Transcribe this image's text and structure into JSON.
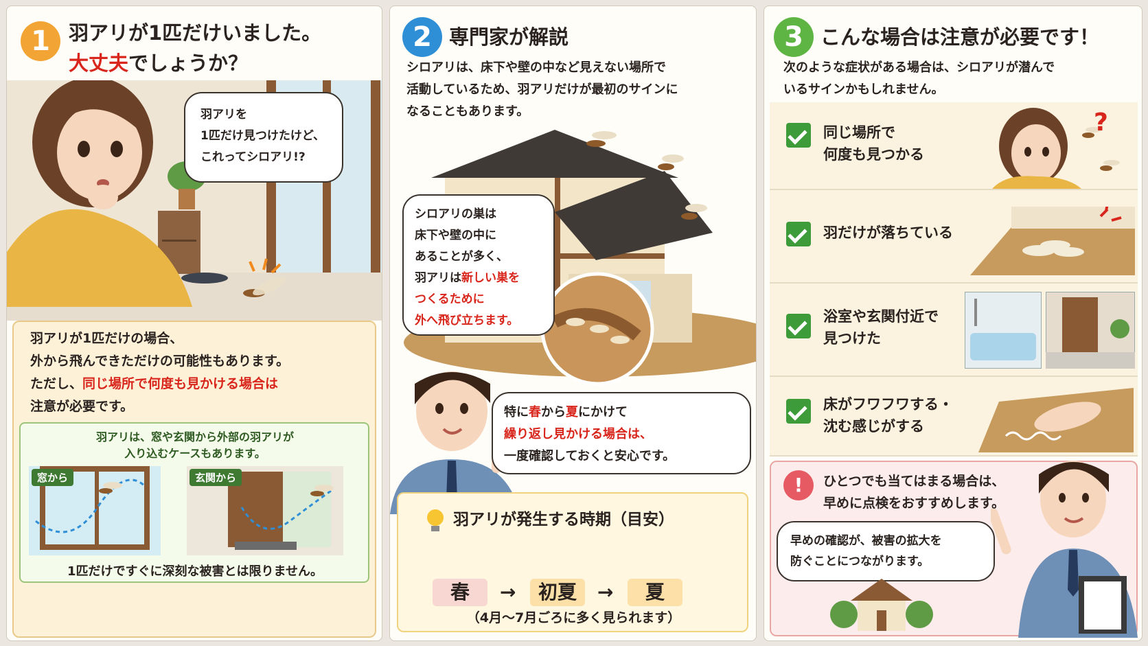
{
  "panel1": {
    "number": "1",
    "title_line1": "羽アリが1匹だけいました。",
    "title_line2_red": "大丈夫",
    "title_line2_rest": "でしょうか？",
    "bubble_lines": [
      "羽アリを",
      "1匹だけ見つけたけど、",
      "これってシロアリ!?"
    ],
    "note_line1": "羽アリが1匹だけの場合、",
    "note_line2": "外から飛んできただけの可能性もあります。",
    "note_line3_prefix": "ただし、",
    "note_line3_red": "同じ場所で何度も見かける場合は",
    "note_line4_red": "注意が必要です。",
    "green_line1": "羽アリは、窓や玄関から外部の羽アリが",
    "green_line2": "入り込むケースもあります。",
    "tag_window": "窓から",
    "tag_entrance": "玄関から",
    "bottom_text": "1匹だけですぐに深刻な被害とは限りません。"
  },
  "panel2": {
    "number": "2",
    "title": "専門家が解説",
    "intro_lines": [
      "シロアリは、床下や壁の中など見えない場所で",
      "活動しているため、羽アリだけが最初のサインに",
      "なることもあります。"
    ],
    "nest_lines": [
      "シロアリの巣は",
      "床下や壁の中に",
      "あることが多く、"
    ],
    "nest_line4_prefix": "羽アリは",
    "nest_line4_red": "新しい巣を",
    "nest_line5_red": "つくるために",
    "nest_line6_red": "外へ飛び立ちます。",
    "expert_line1_prefix": "特に",
    "expert_line1_red1": "春",
    "expert_line1_mid": "から",
    "expert_line1_red2": "夏",
    "expert_line1_suffix": "にかけて",
    "expert_line2_red": "繰り返し見かける場合は、",
    "expert_line3": "一度確認しておくと安心です。",
    "season_title": "羽アリが発生する時期（目安）",
    "seasons": [
      "春",
      "初夏",
      "夏"
    ],
    "arrow": "→",
    "season_note": "（4月〜7月ごろに多く見られます）"
  },
  "panel3": {
    "number": "3",
    "title": "こんな場合は注意が必要です！",
    "intro_lines": [
      "次のような症状がある場合は、シロアリが潜んで",
      "いるサインかもしれません。"
    ],
    "items": [
      [
        "同じ場所で",
        "何度も見つかる"
      ],
      [
        "羽だけが落ちている"
      ],
      [
        "浴室や玄関付近で",
        "見つけた"
      ],
      [
        "床がフワフワする・",
        "沈む感じがする"
      ]
    ],
    "question_mark": "?",
    "alert_icon": "!",
    "alert_lines": [
      "ひとつでも当てはまる場合は、",
      "早めに点検をおすすめします。"
    ],
    "bubble_lines": [
      "早めの確認が、被害の拡大を",
      "防ぐことにつながります。"
    ]
  },
  "colors": {
    "accent_red": "#d9261c",
    "badge1": "#f2a535",
    "badge2": "#2f8fd6",
    "badge3": "#5fb544",
    "check_green": "#3e9b39"
  },
  "icons": [
    "termite-icon",
    "check-icon",
    "lightbulb-icon",
    "alert-icon",
    "house-icon",
    "woman-icon",
    "expert-icon"
  ]
}
